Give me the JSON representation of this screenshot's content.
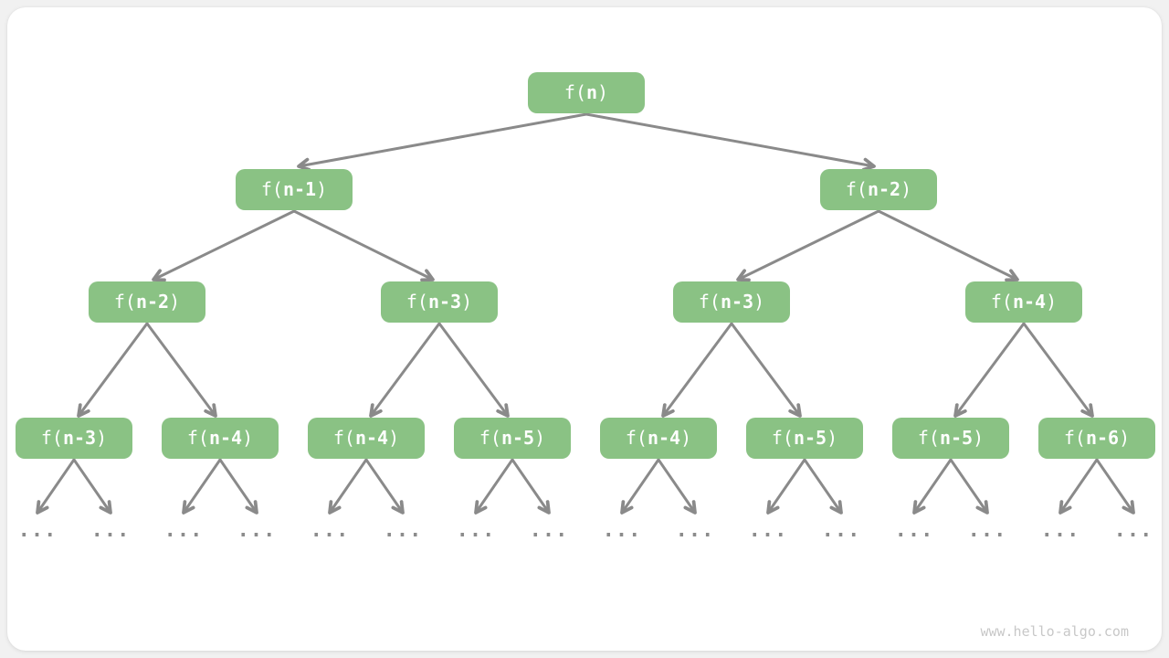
{
  "colors": {
    "node_fill": "#8ac284",
    "node_text": "#ffffff",
    "arrow": "#8a8a8a",
    "dots": "#8c8c8c",
    "watermark_text": "#c8c8c8",
    "card_bg": "#ffffff",
    "page_bg": "#f1f1f1"
  },
  "watermark": "www.hello-algo.com",
  "tree": {
    "description": "recursion-tree-of-f(n)",
    "leaf_label": "...",
    "nodes": [
      {
        "pre": "f(",
        "core": "n",
        "post": ")"
      },
      {
        "pre": "f(",
        "core": "n-1",
        "post": ")"
      },
      {
        "pre": "f(",
        "core": "n-2",
        "post": ")"
      },
      {
        "pre": "f(",
        "core": "n-2",
        "post": ")"
      },
      {
        "pre": "f(",
        "core": "n-3",
        "post": ")"
      },
      {
        "pre": "f(",
        "core": "n-3",
        "post": ")"
      },
      {
        "pre": "f(",
        "core": "n-4",
        "post": ")"
      },
      {
        "pre": "f(",
        "core": "n-3",
        "post": ")"
      },
      {
        "pre": "f(",
        "core": "n-4",
        "post": ")"
      },
      {
        "pre": "f(",
        "core": "n-4",
        "post": ")"
      },
      {
        "pre": "f(",
        "core": "n-5",
        "post": ")"
      },
      {
        "pre": "f(",
        "core": "n-4",
        "post": ")"
      },
      {
        "pre": "f(",
        "core": "n-5",
        "post": ")"
      },
      {
        "pre": "f(",
        "core": "n-5",
        "post": ")"
      },
      {
        "pre": "f(",
        "core": "n-6",
        "post": ")"
      }
    ]
  }
}
